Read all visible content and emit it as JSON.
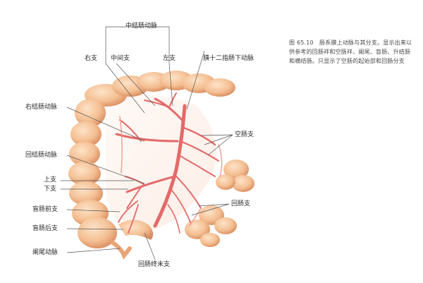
{
  "labels": {
    "middle_colic": "中结肠动脉",
    "right_branch": "右支",
    "middle_branch": "中间支",
    "left_branch": "左支",
    "inf_pancreaticoduodenal": "胰十二指肠下动脉",
    "right_colic": "右结肠动脉",
    "jejunal_branches": "空肠支",
    "ileocolic": "回结肠动脉",
    "upper_branch": "上支",
    "lower_branch": "下支",
    "ileal_branches": "回肠支",
    "anterior_cecal": "盲肠前支",
    "posterior_cecal": "盲肠后支",
    "appendicular": "阑尾动脉",
    "ileal_terminal": "回肠终末支"
  },
  "caption": {
    "text": "图 65.10　肠系膜上动脉与其分支。显示出来以供参考的回肠袢和空肠袢、阑尾、盲肠、升结肠和横结肠。只显示了空肠的起始部和回肠分支"
  },
  "colors": {
    "bowel": "#f2b98a",
    "bowel_shade": "#d98e63",
    "artery": "#e46a6a",
    "artery_light": "#f29a94",
    "leader": "#555555"
  }
}
